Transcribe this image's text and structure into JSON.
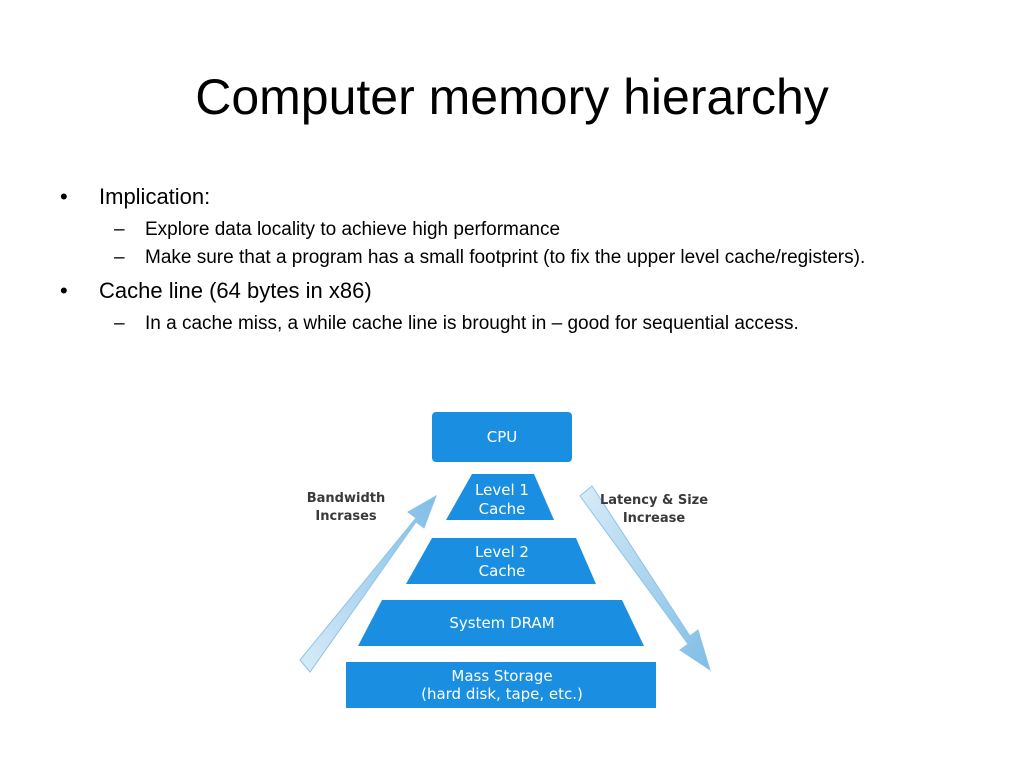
{
  "slide": {
    "title": "Computer memory hierarchy",
    "bullet_mark": "•",
    "dash_mark": "–",
    "bullets": [
      {
        "text": "Implication:",
        "subs": [
          "Explore data locality to achieve high performance",
          "Make sure that a program has a small footprint (to fix the upper level cache/registers)."
        ]
      },
      {
        "text": "Cache line (64 bytes in x86)",
        "subs": [
          "In a cache miss, a while cache line is brought in – good for sequential access."
        ]
      }
    ]
  },
  "diagram": {
    "levels": [
      {
        "line1": "CPU",
        "line2": ""
      },
      {
        "line1": "Level 1",
        "line2": "Cache"
      },
      {
        "line1": "Level 2",
        "line2": "Cache"
      },
      {
        "line1": "System DRAM",
        "line2": ""
      },
      {
        "line1": "Mass Storage",
        "line2": "(hard disk, tape, etc.)"
      }
    ],
    "left_label": {
      "line1": "Bandwidth",
      "line2": "Incrases"
    },
    "right_label": {
      "line1": "Latency & Size",
      "line2": "Increase"
    },
    "colors": {
      "level_fill": "#1a8ee0",
      "arrow_fill": "#a9d2ee",
      "label_text": "#3a3a3a"
    },
    "icons": {
      "left_arrow": "arrow-up-right-icon",
      "right_arrow": "arrow-down-right-icon"
    }
  }
}
